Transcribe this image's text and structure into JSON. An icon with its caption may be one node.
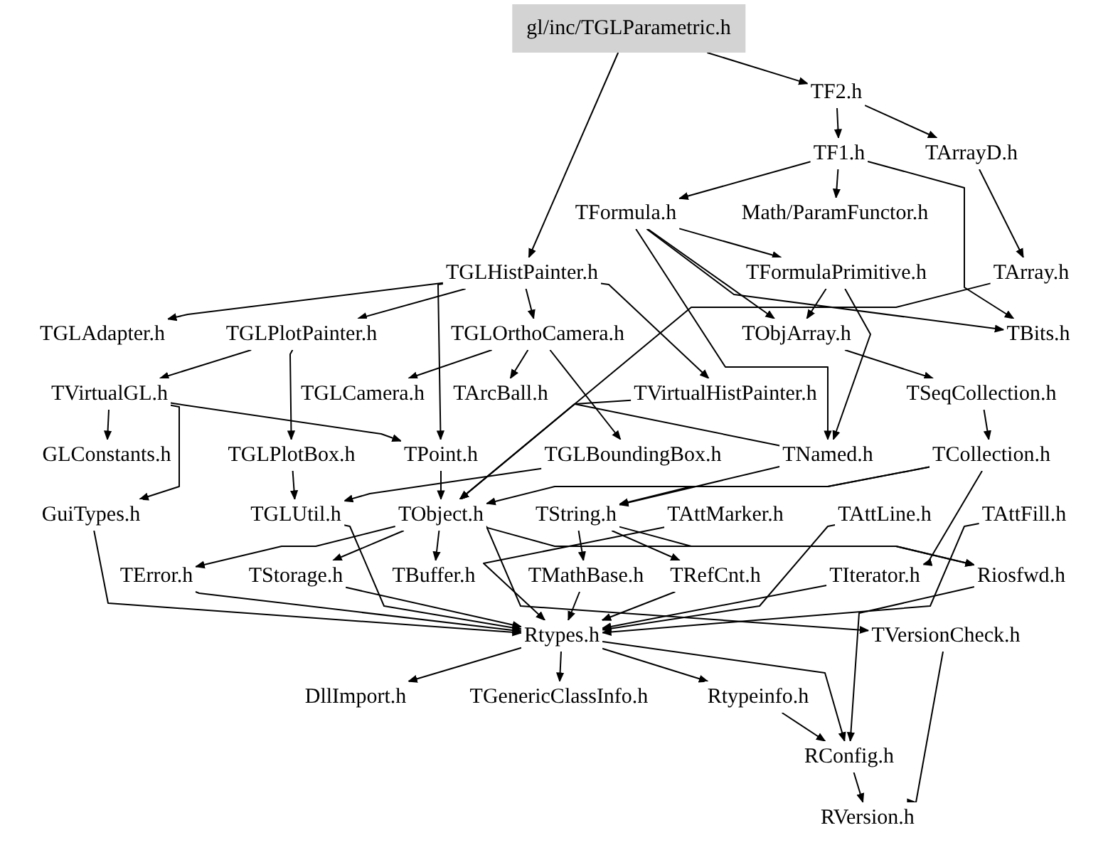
{
  "diagram": {
    "nodes": [
      {
        "text": [
          "gl/inc/TGLParametric.h"
        ]
      },
      {
        "text": [
          "TF2.h"
        ]
      },
      {
        "text": [
          "TF1.h"
        ]
      },
      {
        "text": [
          "TArrayD.h"
        ]
      },
      {
        "text": [
          "TFormula.h"
        ]
      },
      {
        "text": [
          "Math/ParamFunctor.h"
        ]
      },
      {
        "text": [
          "TGLHistPainter.h"
        ]
      },
      {
        "text": [
          "TFormulaPrimitive.h"
        ]
      },
      {
        "text": [
          "TArray.h"
        ]
      },
      {
        "text": [
          "TGLAdapter.h"
        ]
      },
      {
        "text": [
          "TGLPlotPainter.h"
        ]
      },
      {
        "text": [
          "TGLOrthoCamera.h"
        ]
      },
      {
        "text": [
          "TObjArray.h"
        ]
      },
      {
        "text": [
          "TBits.h"
        ]
      },
      {
        "text": [
          "TVirtualGL.h"
        ]
      },
      {
        "text": [
          "TGLCamera.h"
        ]
      },
      {
        "text": [
          "TArcBall.h"
        ]
      },
      {
        "text": [
          "TVirtualHistPainter.h"
        ]
      },
      {
        "text": [
          "TSeqCollection.h"
        ]
      },
      {
        "text": [
          "GLConstants.h"
        ]
      },
      {
        "text": [
          "TGLPlotBox.h"
        ]
      },
      {
        "text": [
          "TPoint.h"
        ]
      },
      {
        "text": [
          "TGLBoundingBox.h"
        ]
      },
      {
        "text": [
          "TNamed.h"
        ]
      },
      {
        "text": [
          "TCollection.h"
        ]
      },
      {
        "text": [
          "GuiTypes.h"
        ]
      },
      {
        "text": [
          "TGLUtil.h"
        ]
      },
      {
        "text": [
          "TObject.h"
        ]
      },
      {
        "text": [
          "TString.h"
        ]
      },
      {
        "text": [
          "TAttMarker.h"
        ]
      },
      {
        "text": [
          "TAttLine.h"
        ]
      },
      {
        "text": [
          "TAttFill.h"
        ]
      },
      {
        "text": [
          "TError.h"
        ]
      },
      {
        "text": [
          "TStorage.h"
        ]
      },
      {
        "text": [
          "TBuffer.h"
        ]
      },
      {
        "text": [
          "TMathBase.h"
        ]
      },
      {
        "text": [
          "TRefCnt.h"
        ]
      },
      {
        "text": [
          "TIterator.h"
        ]
      },
      {
        "text": [
          "Riosfwd.h"
        ]
      },
      {
        "text": [
          "Rtypes.h"
        ]
      },
      {
        "text": [
          "TVersionCheck.h"
        ]
      },
      {
        "text": [
          "DllImport.h"
        ]
      },
      {
        "text": [
          "TGenericClassInfo.h"
        ]
      },
      {
        "text": [
          "Rtypeinfo.h"
        ]
      },
      {
        "text": [
          "RConfig.h"
        ]
      },
      {
        "text": [
          "RVersion.h"
        ]
      }
    ],
    "edges": [
      {
        "from": 0,
        "to": 1,
        "arrow": "to"
      },
      {
        "from": 0,
        "to": 6,
        "arrow": "to"
      },
      {
        "from": 1,
        "to": 2,
        "arrow": "to"
      },
      {
        "from": 1,
        "to": 3,
        "arrow": "to"
      },
      {
        "from": 2,
        "to": 4,
        "arrow": "to"
      },
      {
        "from": 2,
        "to": 5,
        "arrow": "to"
      },
      {
        "from": 2,
        "to": 13,
        "arrow": "to"
      },
      {
        "from": 3,
        "to": 8,
        "arrow": "to"
      },
      {
        "from": 4,
        "to": 7,
        "arrow": "to"
      },
      {
        "from": 4,
        "to": 12,
        "arrow": "to"
      },
      {
        "from": 4,
        "to": 13,
        "arrow": "to"
      },
      {
        "from": 4,
        "to": 23,
        "arrow": "to"
      },
      {
        "from": 7,
        "to": 12,
        "arrow": "to"
      },
      {
        "from": 7,
        "to": 23,
        "arrow": "to"
      },
      {
        "from": 6,
        "to": 9,
        "arrow": "to"
      },
      {
        "from": 6,
        "to": 10,
        "arrow": "to"
      },
      {
        "from": 6,
        "to": 11,
        "arrow": "to"
      },
      {
        "from": 6,
        "to": 17,
        "arrow": "to"
      },
      {
        "from": 6,
        "to": 21,
        "arrow": "to"
      },
      {
        "from": 10,
        "to": 14,
        "arrow": "to"
      },
      {
        "from": 10,
        "to": 20,
        "arrow": "to"
      },
      {
        "from": 11,
        "to": 15,
        "arrow": "to"
      },
      {
        "from": 11,
        "to": 16,
        "arrow": "to"
      },
      {
        "from": 11,
        "to": 22,
        "arrow": "to"
      },
      {
        "from": 14,
        "to": 19,
        "arrow": "to"
      },
      {
        "from": 14,
        "to": 25,
        "arrow": "to"
      },
      {
        "from": 14,
        "to": 21,
        "arrow": "to"
      },
      {
        "from": 8,
        "to": 27,
        "arrow": "to"
      },
      {
        "from": 12,
        "to": 18,
        "arrow": "to"
      },
      {
        "from": 18,
        "to": 24,
        "arrow": "to"
      },
      {
        "from": 24,
        "to": 27,
        "arrow": "to"
      },
      {
        "from": 24,
        "to": 37,
        "arrow": "to"
      },
      {
        "from": 24,
        "to": 28,
        "arrow": "to"
      },
      {
        "from": 17,
        "to": 27,
        "arrow": "to"
      },
      {
        "from": 20,
        "to": 26,
        "arrow": "to"
      },
      {
        "from": 21,
        "to": 27,
        "arrow": "to"
      },
      {
        "from": 22,
        "to": 26,
        "arrow": "to"
      },
      {
        "from": 23,
        "to": 27,
        "arrow": "to"
      },
      {
        "from": 23,
        "to": 28,
        "arrow": "to"
      },
      {
        "from": 27,
        "to": 34,
        "arrow": "to"
      },
      {
        "from": 27,
        "to": 33,
        "arrow": "to"
      },
      {
        "from": 27,
        "to": 32,
        "arrow": "to"
      },
      {
        "from": 27,
        "to": 38,
        "arrow": "to"
      },
      {
        "from": 27,
        "to": 40,
        "arrow": "to"
      },
      {
        "from": 28,
        "to": 35,
        "arrow": "to"
      },
      {
        "from": 28,
        "to": 36,
        "arrow": "to"
      },
      {
        "from": 28,
        "to": 38,
        "arrow": "to"
      },
      {
        "from": 29,
        "to": 39,
        "arrow": "to"
      },
      {
        "from": 30,
        "to": 39,
        "arrow": "to"
      },
      {
        "from": 31,
        "to": 39,
        "arrow": "to"
      },
      {
        "from": 26,
        "to": 39,
        "arrow": "to"
      },
      {
        "from": 32,
        "to": 39,
        "arrow": "to"
      },
      {
        "from": 33,
        "to": 39,
        "arrow": "to"
      },
      {
        "from": 35,
        "to": 39,
        "arrow": "to"
      },
      {
        "from": 36,
        "to": 39,
        "arrow": "to"
      },
      {
        "from": 37,
        "to": 39,
        "arrow": "to"
      },
      {
        "from": 25,
        "to": 39,
        "arrow": "to"
      },
      {
        "from": 39,
        "to": 41,
        "arrow": "to"
      },
      {
        "from": 39,
        "to": 42,
        "arrow": "to"
      },
      {
        "from": 39,
        "to": 43,
        "arrow": "to"
      },
      {
        "from": 39,
        "to": 44,
        "arrow": "to"
      },
      {
        "from": 40,
        "to": 45,
        "arrow": "to"
      },
      {
        "from": 43,
        "to": 44,
        "arrow": "to"
      },
      {
        "from": 44,
        "to": 45,
        "arrow": "to"
      },
      {
        "from": 38,
        "to": 44,
        "arrow": "to"
      }
    ]
  }
}
